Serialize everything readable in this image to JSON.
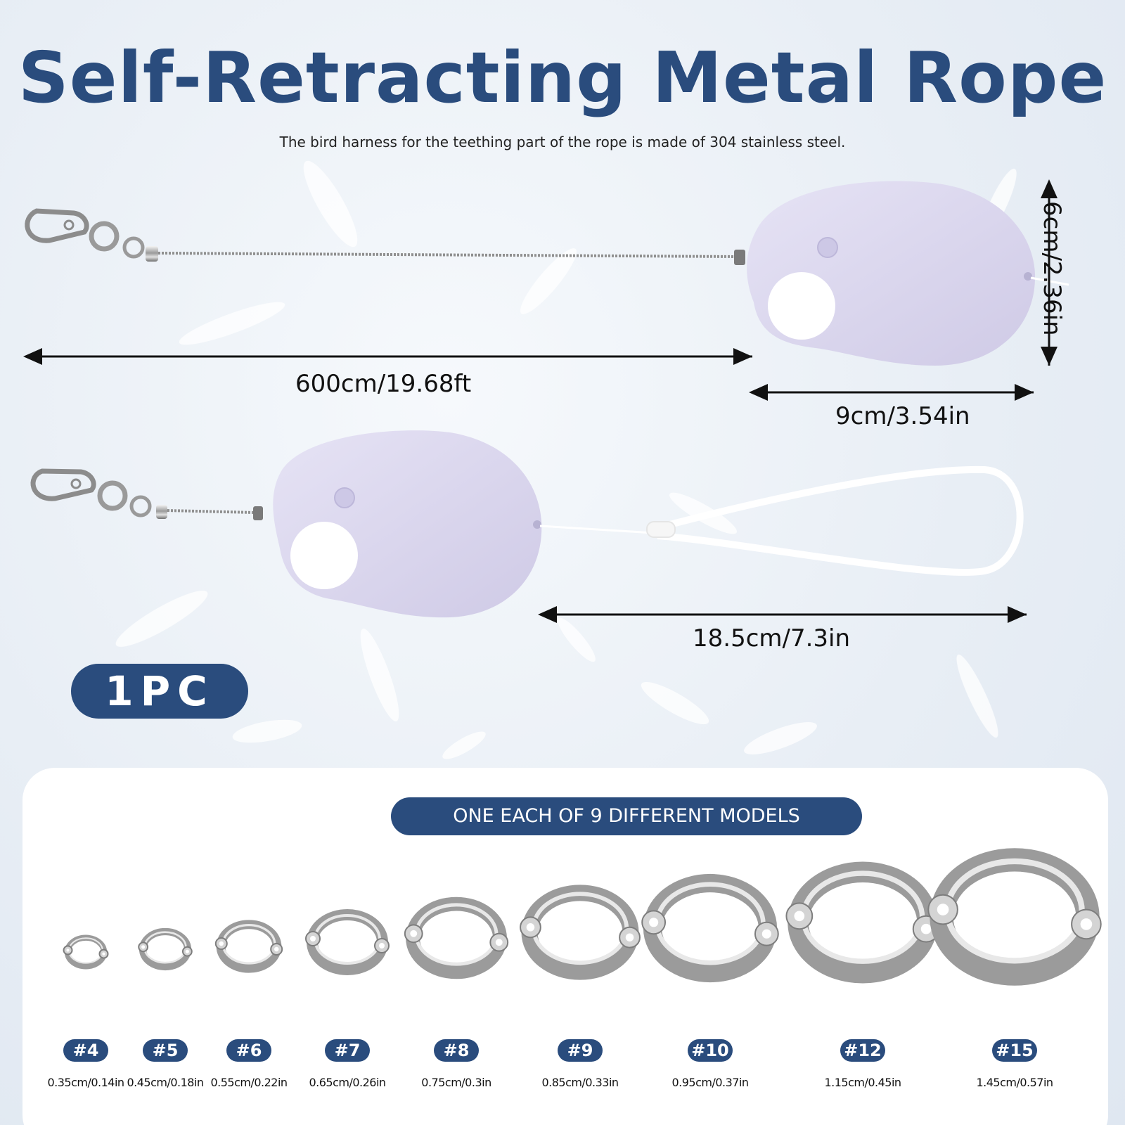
{
  "title": "Self-Retracting Metal Rope",
  "subtitle": "The bird harness for the teething part of the rope is made of 304 stainless steel.",
  "dimensions": {
    "length": "600cm/19.68ft",
    "height": "6cm/2.36in",
    "width": "9cm/3.54in",
    "loop": "18.5cm/7.3in"
  },
  "quantity_badge": "1PC",
  "models_banner": "ONE EACH OF 9 DIFFERENT MODELS",
  "colors": {
    "brand_blue": "#2a4c7d",
    "device_lavender": "#dcd8ef",
    "background": "#e8eef5"
  },
  "models": [
    {
      "tag": "#4",
      "size": "0.35cm/0.14in"
    },
    {
      "tag": "#5",
      "size": "0.45cm/0.18in"
    },
    {
      "tag": "#6",
      "size": "0.55cm/0.22in"
    },
    {
      "tag": "#7",
      "size": "0.65cm/0.26in"
    },
    {
      "tag": "#8",
      "size": "0.75cm/0.3in"
    },
    {
      "tag": "#9",
      "size": "0.85cm/0.33in"
    },
    {
      "tag": "#10",
      "size": "0.95cm/0.37in"
    },
    {
      "tag": "#12",
      "size": "1.15cm/0.45in"
    },
    {
      "tag": "#15",
      "size": "1.45cm/0.57in"
    }
  ]
}
